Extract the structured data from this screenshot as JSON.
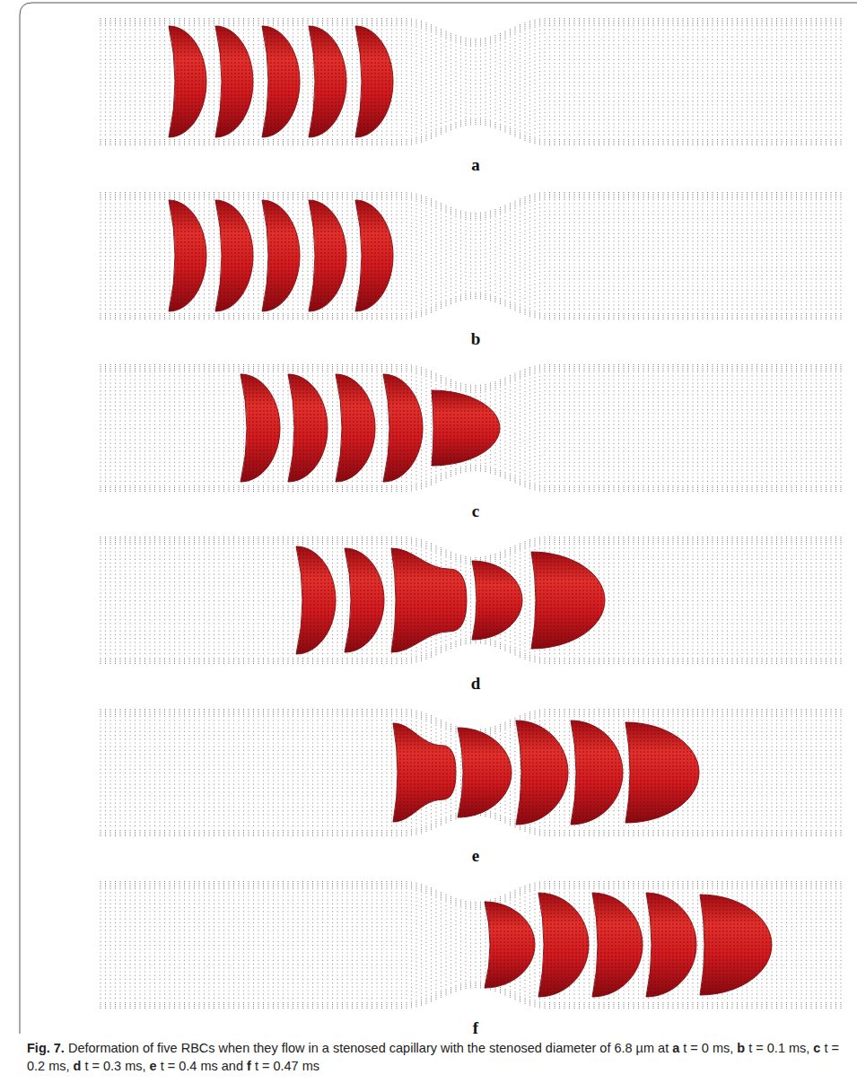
{
  "diagram": {
    "caption": "Fig. 7. Deformation of five RBCs when they flow in a stenosed capillary with the stenosed diameter of 6.8 µm at a t = 0 ms, b t = 0.1 ms, c t = 0.2 ms, d t = 0.3 ms, e t = 0.4 ms and f t = 0.47 ms",
    "labels": [
      "a",
      "b",
      "c",
      "d",
      "e",
      "f"
    ]
  }
}
